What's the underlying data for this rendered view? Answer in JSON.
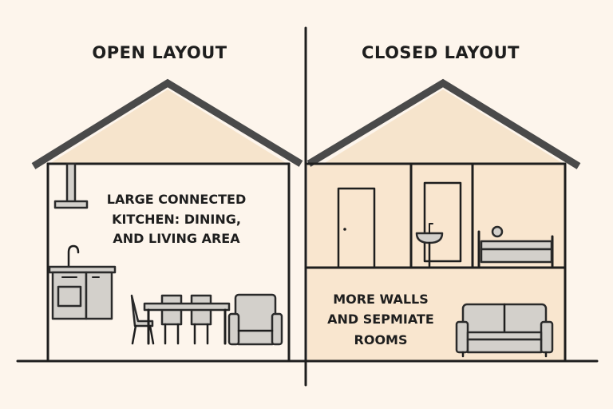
{
  "left": {
    "title": "OPEN LAYOUT",
    "description_lines": [
      "LARGE CONNECTED",
      "KITCHEN: DINING,",
      "AND LIVING AREA"
    ]
  },
  "right": {
    "title": "CLOSED LAYOUT",
    "description_lines": [
      "MORE WALLS",
      "AND SEPMIATE",
      "ROOMS"
    ]
  },
  "colors": {
    "background": "#fdf5ec",
    "roof_fill": "#f6e4cc",
    "roof_stroke": "#4a4a4a",
    "closed_fill": "#f9e6cf",
    "furniture": "#d3d0cb",
    "line": "#1e1e1e"
  }
}
